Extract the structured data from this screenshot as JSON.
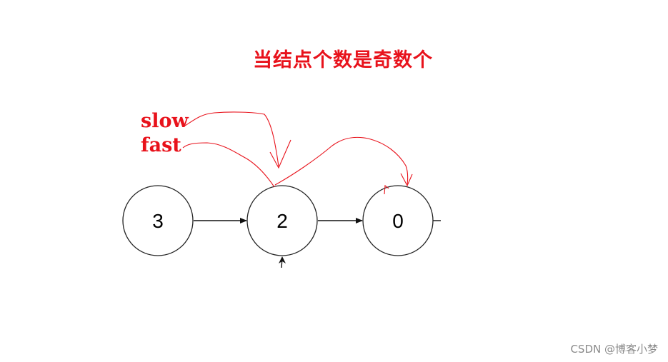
{
  "title": "当结点个数是奇数个",
  "pointers": {
    "slow": "slow",
    "fast": "fast"
  },
  "nodes": [
    {
      "value": "3"
    },
    {
      "value": "2"
    },
    {
      "value": "0"
    }
  ],
  "watermark": "CSDN @博客小梦",
  "colors": {
    "annotation": "#e8121b",
    "node_stroke": "#222222",
    "watermark": "#8a8a8a"
  }
}
